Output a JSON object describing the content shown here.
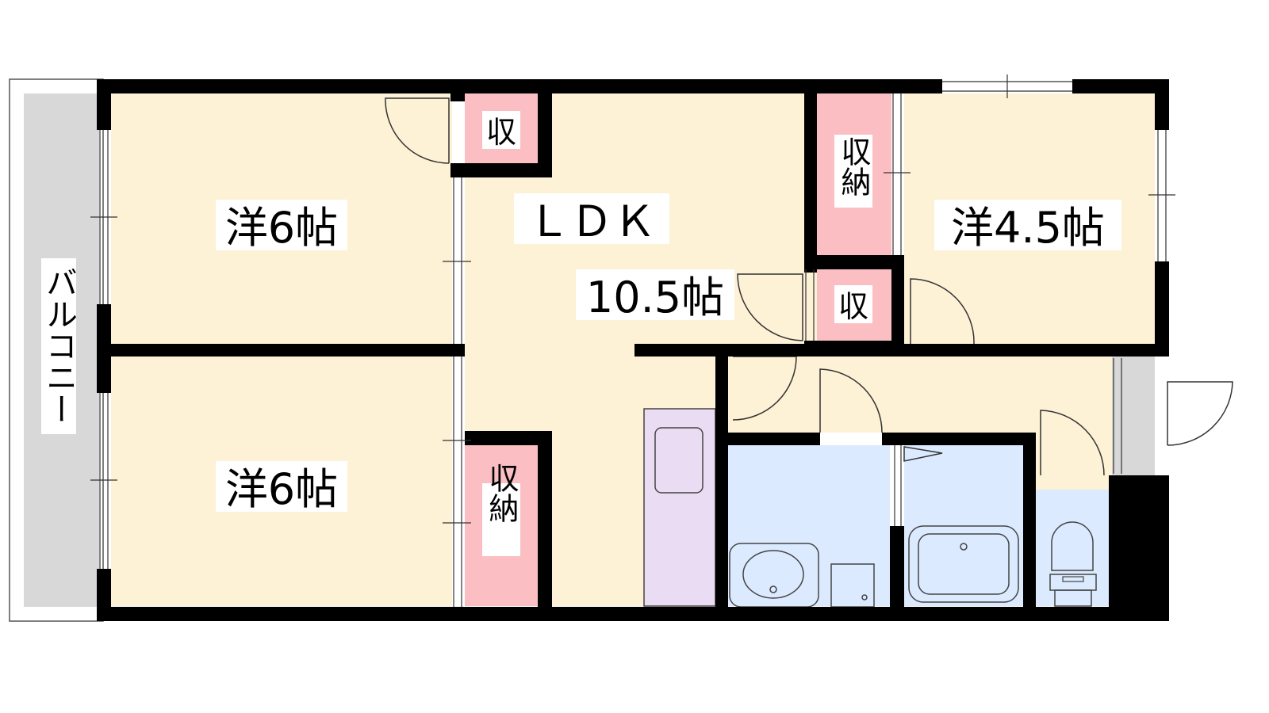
{
  "balcony": {
    "label": "バルコニー"
  },
  "rooms": {
    "western_top": {
      "label": "洋6帖"
    },
    "western_bottom": {
      "label": "洋6帖"
    },
    "ldk": {
      "label": "ＬＤＫ",
      "size": "10.5帖"
    },
    "western_right": {
      "label": "洋4.5帖"
    }
  },
  "storage": {
    "top_small": "収",
    "top_right_upper": "収納",
    "mid_right_small": "収",
    "bottom_left": "収納"
  },
  "colors": {
    "room": "#fdf1d6",
    "storage": "#fbbfc3",
    "wet": "#dbeafe",
    "kitchen": "#eadcf2",
    "balcony": "#d8d8d8",
    "wall": "#000000"
  }
}
